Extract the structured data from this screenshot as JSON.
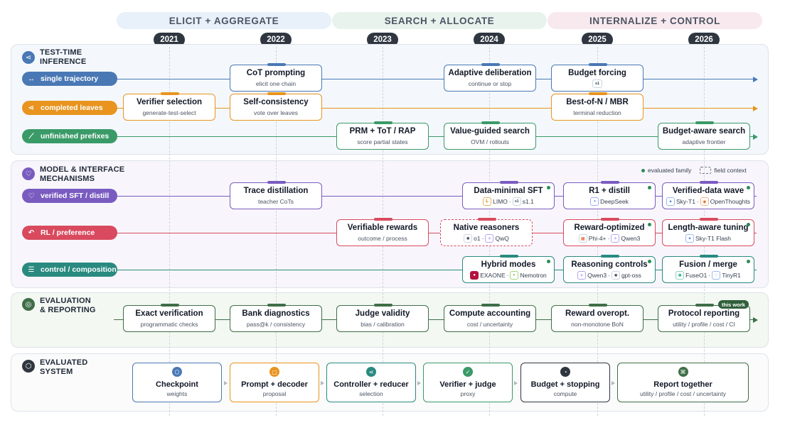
{
  "phases": [
    {
      "label": "ELICIT + AGGREGATE",
      "color": "#e8f0fa"
    },
    {
      "label": "SEARCH + ALLOCATE",
      "color": "#e8f3ee"
    },
    {
      "label": "INTERNALIZE + CONTROL",
      "color": "#f8e9ee"
    }
  ],
  "years": [
    "2021",
    "2022",
    "2023",
    "2024",
    "2025",
    "2026"
  ],
  "sections": {
    "tti": {
      "title_1": "TEST-TIME",
      "title_2": "INFERENCE"
    },
    "mim": {
      "title_1": "MODEL & INTERFACE",
      "title_2": "MECHANISMS"
    },
    "eval": {
      "title_1": "EVALUATION",
      "title_2": "& REPORTING"
    },
    "sys": {
      "title_1": "EVALUATED",
      "title_2": "SYSTEM"
    }
  },
  "lanes": {
    "single": {
      "label": "single trajectory",
      "icon": "↔",
      "color": "#4a78b5"
    },
    "completed": {
      "label": "completed leaves",
      "icon": "⋖",
      "color": "#e8941f"
    },
    "unfinished": {
      "label": "unfinished prefixes",
      "icon": "⟋",
      "color": "#3a9a68"
    },
    "sft": {
      "label": "verified SFT / distill",
      "icon": "♡",
      "color": "#7a5cc0"
    },
    "rl": {
      "label": "RL / preference",
      "icon": "↶",
      "color": "#d94a5e"
    },
    "control": {
      "label": "control / composition",
      "icon": "☰",
      "color": "#2a8a80"
    },
    "eval": {
      "color": "#3f6e48"
    }
  },
  "boxes": {
    "cot": {
      "title": "CoT prompting",
      "sub": "elicit one chain"
    },
    "adaptive": {
      "title": "Adaptive deliberation",
      "sub": "continue or stop"
    },
    "budget_forcing": {
      "title": "Budget forcing",
      "badge": "s1"
    },
    "verifier_sel": {
      "title": "Verifier selection",
      "sub": "generate-test-select"
    },
    "self_consistency": {
      "title": "Self-consistency",
      "sub": "vote over leaves"
    },
    "bestofn": {
      "title": "Best-of-N / MBR",
      "sub": "terminal reduction"
    },
    "prm": {
      "title": "PRM + ToT / RAP",
      "sub": "score partial states"
    },
    "value_search": {
      "title": "Value-guided search",
      "sub": "OVM / rollouts"
    },
    "budget_search": {
      "title": "Budget-aware search",
      "sub": "adaptive frontier"
    },
    "trace_distill": {
      "title": "Trace distillation",
      "sub": "teacher CoTs"
    },
    "data_minimal": {
      "title": "Data-minimal SFT",
      "m1": "LIMO",
      "m2": "s1.1",
      "sep": "·"
    },
    "r1": {
      "title": "R1 + distill",
      "m1": "DeepSeek"
    },
    "verified_wave": {
      "title": "Verified-data wave",
      "m1": "Sky-T1",
      "m2": "OpenThoughts",
      "sep": "·"
    },
    "verifiable": {
      "title": "Verifiable rewards",
      "sub": "outcome / process"
    },
    "native": {
      "title": "Native reasoners",
      "m1": "o1",
      "m2": "QwQ",
      "sep": "·"
    },
    "reward_opt": {
      "title": "Reward-optimized",
      "m1": "Phi-4+",
      "m2": "Qwen3",
      "sep": "·"
    },
    "length_aware": {
      "title": "Length-aware tuning",
      "m1": "Sky-T1 Flash"
    },
    "hybrid": {
      "title": "Hybrid modes",
      "m1": "EXAONE",
      "m2": "Nemotron",
      "sep": "·"
    },
    "reasoning_ctrl": {
      "title": "Reasoning controls",
      "m1": "Qwen3",
      "m2": "gpt-oss",
      "sep": "·"
    },
    "fusion": {
      "title": "Fusion / merge",
      "m1": "FuseO1",
      "m2": "TinyR1",
      "sep": "·"
    },
    "exact": {
      "title": "Exact verification",
      "sub": "programmatic checks"
    },
    "bank": {
      "title": "Bank diagnostics",
      "sub": "pass@k / consistency"
    },
    "judge": {
      "title": "Judge validity",
      "sub": "bias / calibration"
    },
    "compute": {
      "title": "Compute accounting",
      "sub": "cost / uncertainty"
    },
    "overopt": {
      "title": "Reward overopt.",
      "sub": "non-monotone BoN"
    },
    "protocol": {
      "title": "Protocol reporting",
      "sub": "utility / profile / cost / CI"
    }
  },
  "legend": {
    "evaluated": "evaluated family",
    "field": "field context"
  },
  "this_work": "this work",
  "system": [
    {
      "title": "Checkpoint",
      "sub": "weights",
      "icon": "cube-icon",
      "color": "#4a78b5"
    },
    {
      "title": "Prompt + decoder",
      "sub": "proposal",
      "icon": "chat-icon",
      "color": "#e8941f"
    },
    {
      "title": "Controller + reducer",
      "sub": "selection",
      "icon": "branch-icon",
      "color": "#2a8a80"
    },
    {
      "title": "Verifier + judge",
      "sub": "proxy",
      "icon": "shield-icon",
      "color": "#3a9a68"
    },
    {
      "title": "Budget + stopping",
      "sub": "compute",
      "icon": "gauge-icon",
      "color": "#2f3640"
    },
    {
      "title": "Report together",
      "sub": "utility / profile / cost / uncertainty",
      "icon": "grid-icon",
      "color": "#3f6e48"
    }
  ]
}
